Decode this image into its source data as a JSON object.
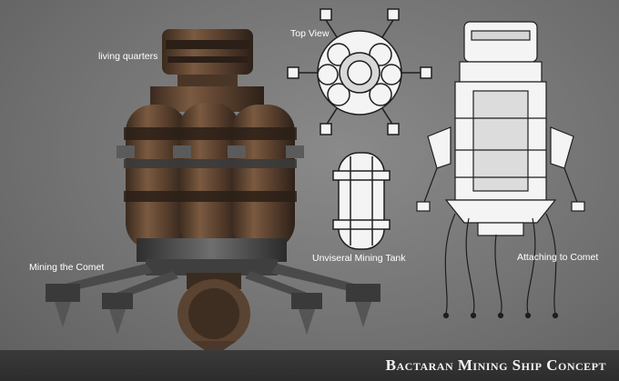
{
  "labels": {
    "living_quarters": "living quarters",
    "top_view": "Top View",
    "mining_the_comet": "Mining the Comet",
    "mining_tank": "Unviseral Mining Tank",
    "attaching_to_comet": "Attaching to Comet"
  },
  "title": "Bactaran Mining Ship Concept",
  "colors": {
    "background": "#737373",
    "rust": "#6b4a32",
    "banner": "#333333",
    "line_art": "#1e1e1e",
    "line_fill": "#f4f4f4"
  }
}
